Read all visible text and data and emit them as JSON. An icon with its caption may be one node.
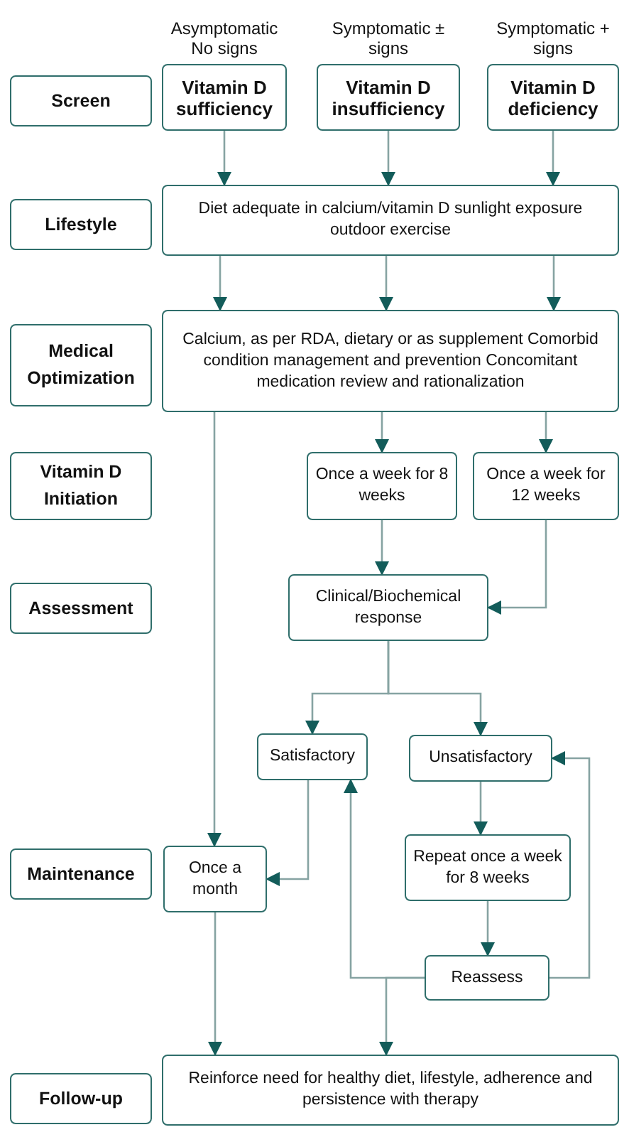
{
  "diagram": {
    "nodes": [
      {
        "text": [
          "Screen"
        ]
      },
      {
        "text": [
          "Vitamin D sufficiency"
        ],
        "beside": [
          "Asymptomatic No signs"
        ]
      },
      {
        "text": [
          "Vitamin D insufficiency"
        ],
        "beside": [
          "Symptomatic ± signs"
        ]
      },
      {
        "text": [
          "Vitamin D deficiency"
        ],
        "beside": [
          "Symptomatic + signs"
        ]
      },
      {
        "text": [
          "Lifestyle"
        ]
      },
      {
        "text": [
          "Diet adequate in calcium/vitamin D sunlight exposure outdoor exercise"
        ]
      },
      {
        "text": [
          "Medical Optimization"
        ]
      },
      {
        "text": [
          "Calcium, as per RDA, dietary or as supplement Comorbid condition management and prevention Concomitant medication review and rationalization"
        ]
      },
      {
        "text": [
          "Vitamin D Initiation"
        ]
      },
      {
        "text": [
          "Once a week for 8 weeks"
        ]
      },
      {
        "text": [
          "Once a week for 12 weeks"
        ]
      },
      {
        "text": [
          "Assessment"
        ]
      },
      {
        "text": [
          "Clinical/Biochemical response"
        ]
      },
      {
        "text": [
          "Satisfactory"
        ]
      },
      {
        "text": [
          "Unsatisfactory"
        ]
      },
      {
        "text": [
          "Maintenance"
        ]
      },
      {
        "text": [
          "Once a month"
        ]
      },
      {
        "text": [
          "Repeat once a week for 8 weeks"
        ]
      },
      {
        "text": [
          "Reassess"
        ]
      },
      {
        "text": [
          "Follow-up"
        ]
      },
      {
        "text": [
          "Reinforce need for healthy diet, lifestyle, adherence and persistence with therapy"
        ]
      }
    ],
    "edges": [
      {
        "from": 1,
        "to": 5,
        "arrow": "to"
      },
      {
        "from": 2,
        "to": 5,
        "arrow": "to"
      },
      {
        "from": 3,
        "to": 5,
        "arrow": "to"
      },
      {
        "from": 5,
        "to": 7,
        "arrow": "to"
      },
      {
        "from": 5,
        "to": 7,
        "arrow": "to"
      },
      {
        "from": 5,
        "to": 7,
        "arrow": "to"
      },
      {
        "from": 7,
        "to": 16,
        "arrow": "to"
      },
      {
        "from": 7,
        "to": 9,
        "arrow": "to"
      },
      {
        "from": 7,
        "to": 10,
        "arrow": "to"
      },
      {
        "from": 9,
        "to": 12,
        "arrow": "to"
      },
      {
        "from": 10,
        "to": 12,
        "arrow": "to"
      },
      {
        "from": 12,
        "to": 13,
        "arrow": "to"
      },
      {
        "from": 12,
        "to": 14,
        "arrow": "to"
      },
      {
        "from": 13,
        "to": 16,
        "arrow": "to"
      },
      {
        "from": 14,
        "to": 17,
        "arrow": "to"
      },
      {
        "from": 17,
        "to": 18,
        "arrow": "to"
      },
      {
        "from": 18,
        "to": 13,
        "arrow": "to"
      },
      {
        "from": 18,
        "to": 14,
        "arrow": "to"
      },
      {
        "from": 16,
        "to": 20,
        "arrow": "to"
      },
      {
        "from": 18,
        "to": 20,
        "arrow": "to"
      }
    ]
  }
}
